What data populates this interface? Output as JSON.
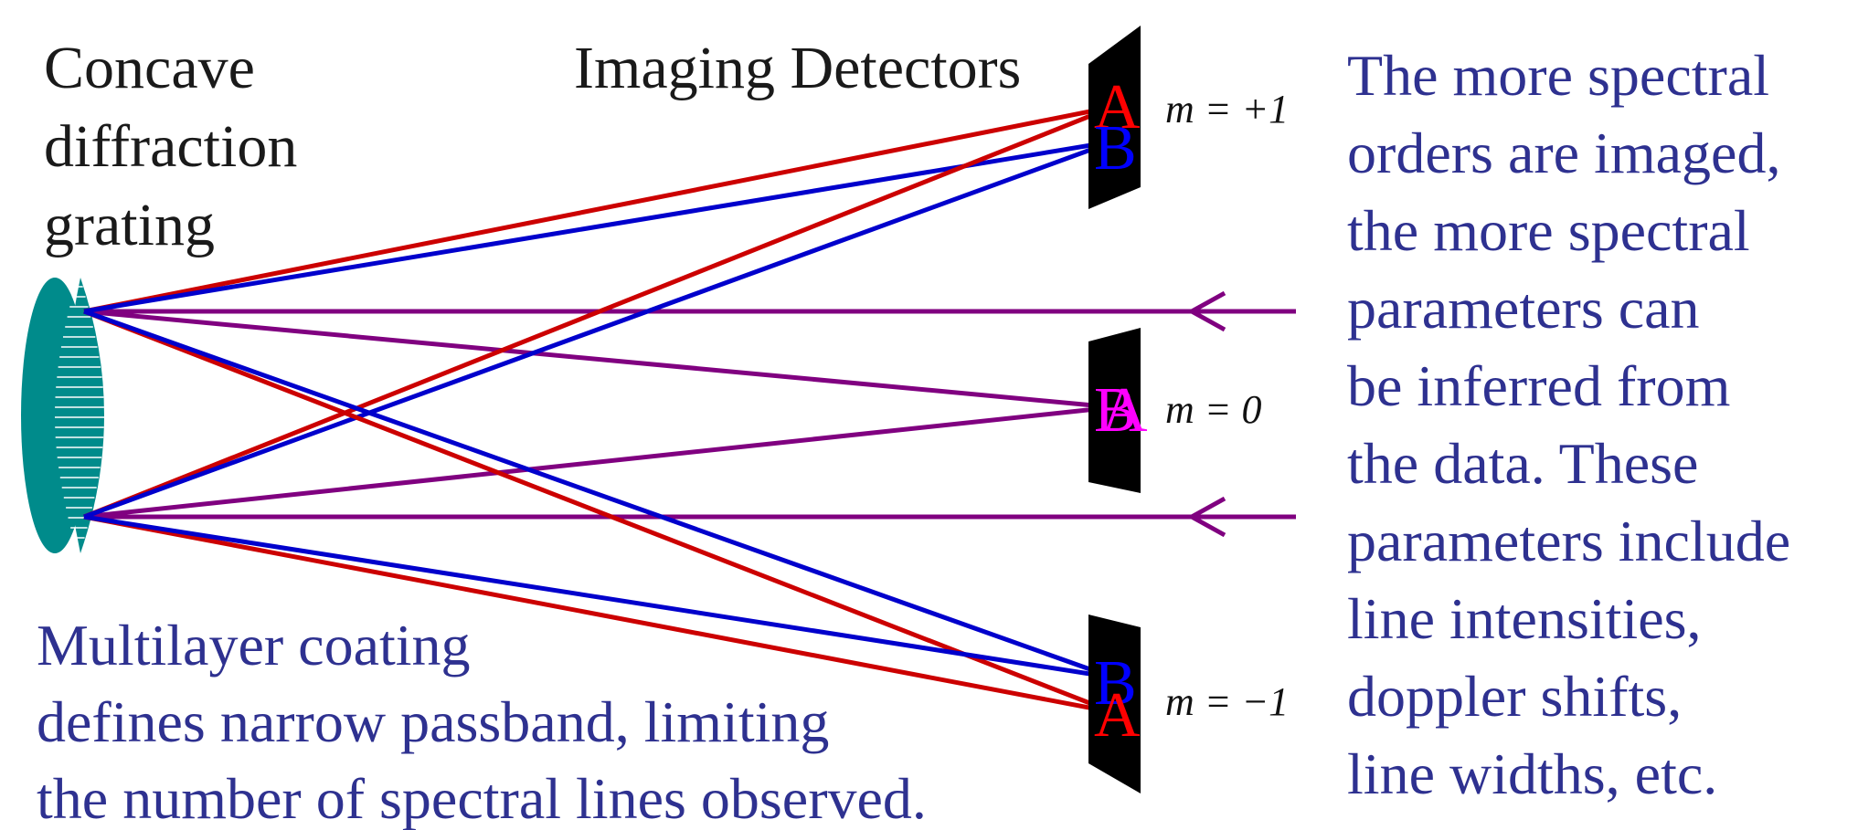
{
  "labels": {
    "grating": [
      "Concave",
      "diffraction",
      "grating"
    ],
    "detectors": "Imaging Detectors",
    "coating": [
      "Multilayer coating",
      "defines narrow passband, limiting",
      "the number of spectral lines observed."
    ],
    "explanation": [
      "The more spectral",
      "orders are imaged,",
      "the more spectral",
      "parameters can",
      "be inferred from",
      "the data.  These",
      "parameters include",
      "line intensities,",
      "doppler shifts,",
      "line widths, etc."
    ]
  },
  "orders": {
    "plus1": "m = +1",
    "zero": "m = 0",
    "minus1": "m = −1"
  },
  "spots": {
    "a": "A",
    "b": "B"
  },
  "colors": {
    "line_a": "#cc0000",
    "line_b": "#0000cc",
    "line_incident": "#800080",
    "letter_a": "#ff0000",
    "letter_b": "#0000ff",
    "letter_zero": "#ff00ff",
    "grating": "#008b8b",
    "detector": "#000000",
    "text_blue": "#2e3190"
  }
}
